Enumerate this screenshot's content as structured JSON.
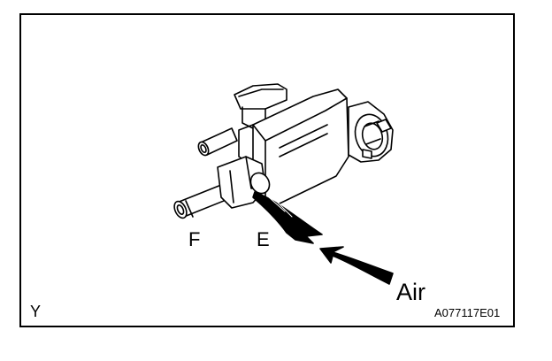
{
  "diagram": {
    "label_f": "F",
    "label_e": "E",
    "label_air": "Air",
    "label_y": "Y",
    "figure_code": "A077117E01"
  },
  "colors": {
    "line": "#000000",
    "fill": "#ffffff"
  }
}
